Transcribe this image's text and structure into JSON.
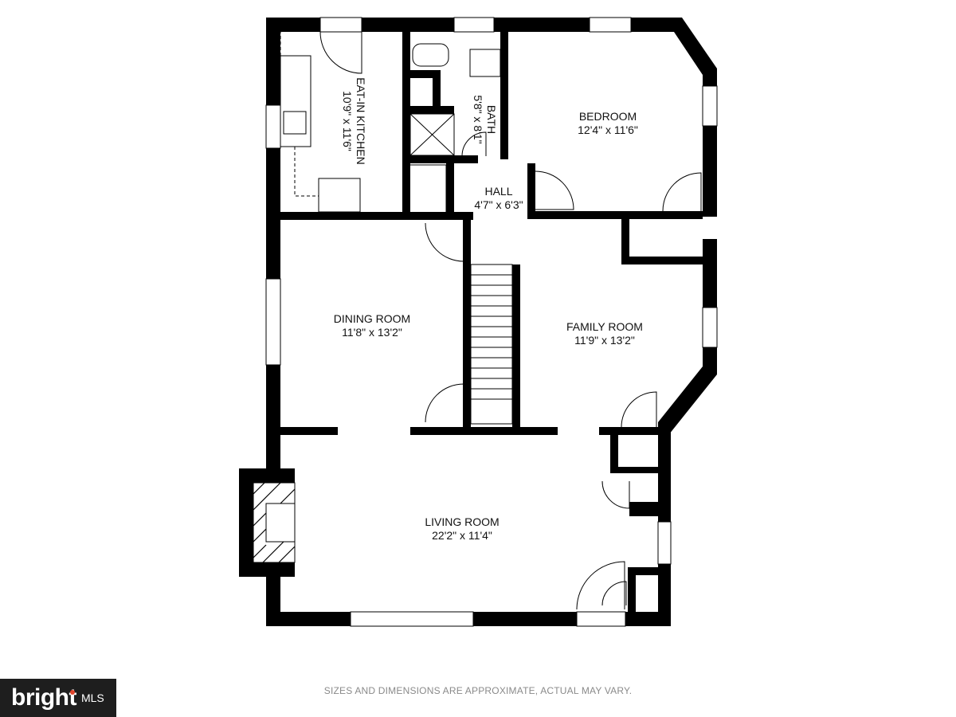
{
  "rooms": {
    "kitchen": {
      "name": "EAT-IN KITCHEN",
      "dims": "10'9\" x 11'6\""
    },
    "bath": {
      "name": "BATH",
      "dims": "5'8\" x 8'1\""
    },
    "bedroom": {
      "name": "BEDROOM",
      "dims": "12'4\" x 11'6\""
    },
    "hall": {
      "name": "HALL",
      "dims": "4'7\" x 6'3\""
    },
    "dining": {
      "name": "DINING ROOM",
      "dims": "11'8\" x 13'2\""
    },
    "family": {
      "name": "FAMILY ROOM",
      "dims": "11'9\" x 13'2\""
    },
    "living": {
      "name": "LIVING ROOM",
      "dims": "22'2\" x 11'4\""
    }
  },
  "disclaimer": "SIZES AND DIMENSIONS ARE APPROXIMATE, ACTUAL MAY VARY.",
  "logo": {
    "brand": "bright",
    "suffix": "MLS",
    "accent_color": "#e0442b"
  },
  "colors": {
    "wall": "#000000",
    "fixture": "#6b6b6b",
    "background": "#ffffff"
  }
}
